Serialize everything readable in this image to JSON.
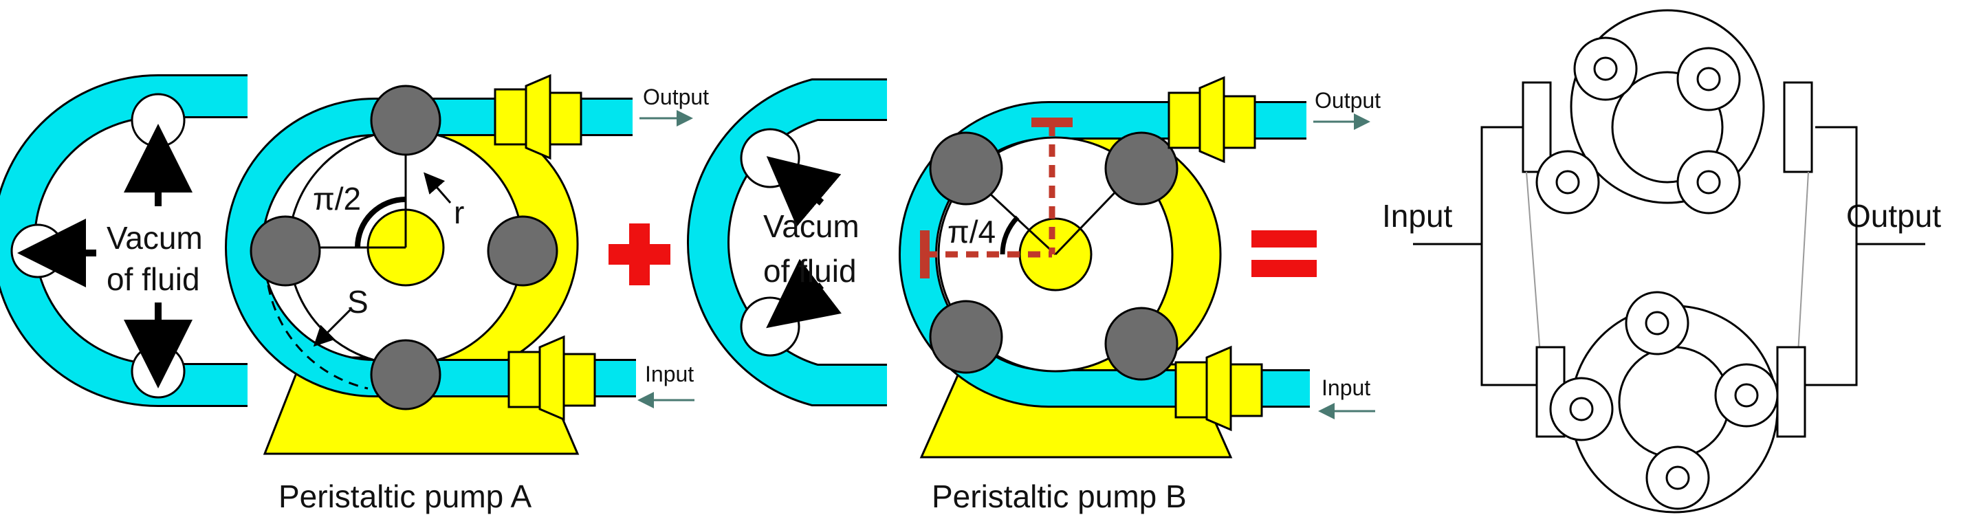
{
  "labels": {
    "vacuum_line1": "Vacum",
    "vacuum_line2": "of fluid",
    "output": "Output",
    "input": "Input",
    "angle_a": "π/2",
    "angle_b": "π/4",
    "radius": "r",
    "arc_length": "S",
    "caption_a": "Peristaltic pump A",
    "caption_b": "Peristaltic pump B",
    "combined_input": "Input",
    "combined_output": "Output"
  },
  "colors": {
    "tube": "#00e5ef",
    "housing": "#ffff00",
    "roller": "#6d6d6d",
    "operator": "#ee1111",
    "dim_line": "#c0392b",
    "flow_arrow": "#4a7a72"
  },
  "pump_a": {
    "rollers": 4,
    "angle_between_rollers": "π/2"
  },
  "pump_b": {
    "rollers": 4,
    "angle_between_rollers": "π/4"
  }
}
